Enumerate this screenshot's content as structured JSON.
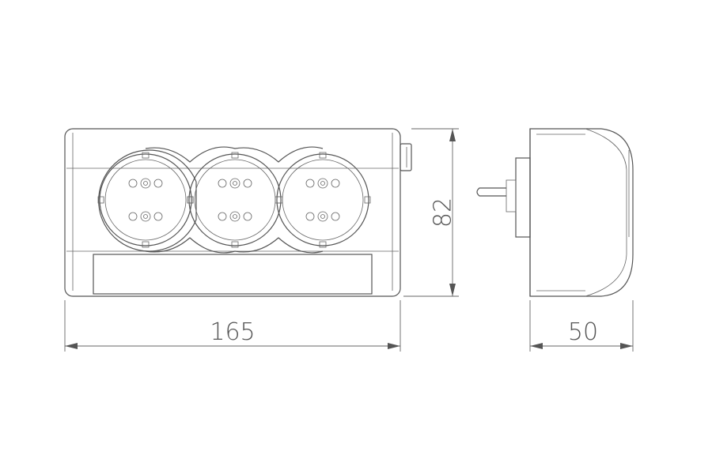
{
  "dimensions": {
    "width": "165",
    "height": "82",
    "depth": "50"
  },
  "colors": {
    "line": "#555555",
    "background": "#ffffff"
  }
}
